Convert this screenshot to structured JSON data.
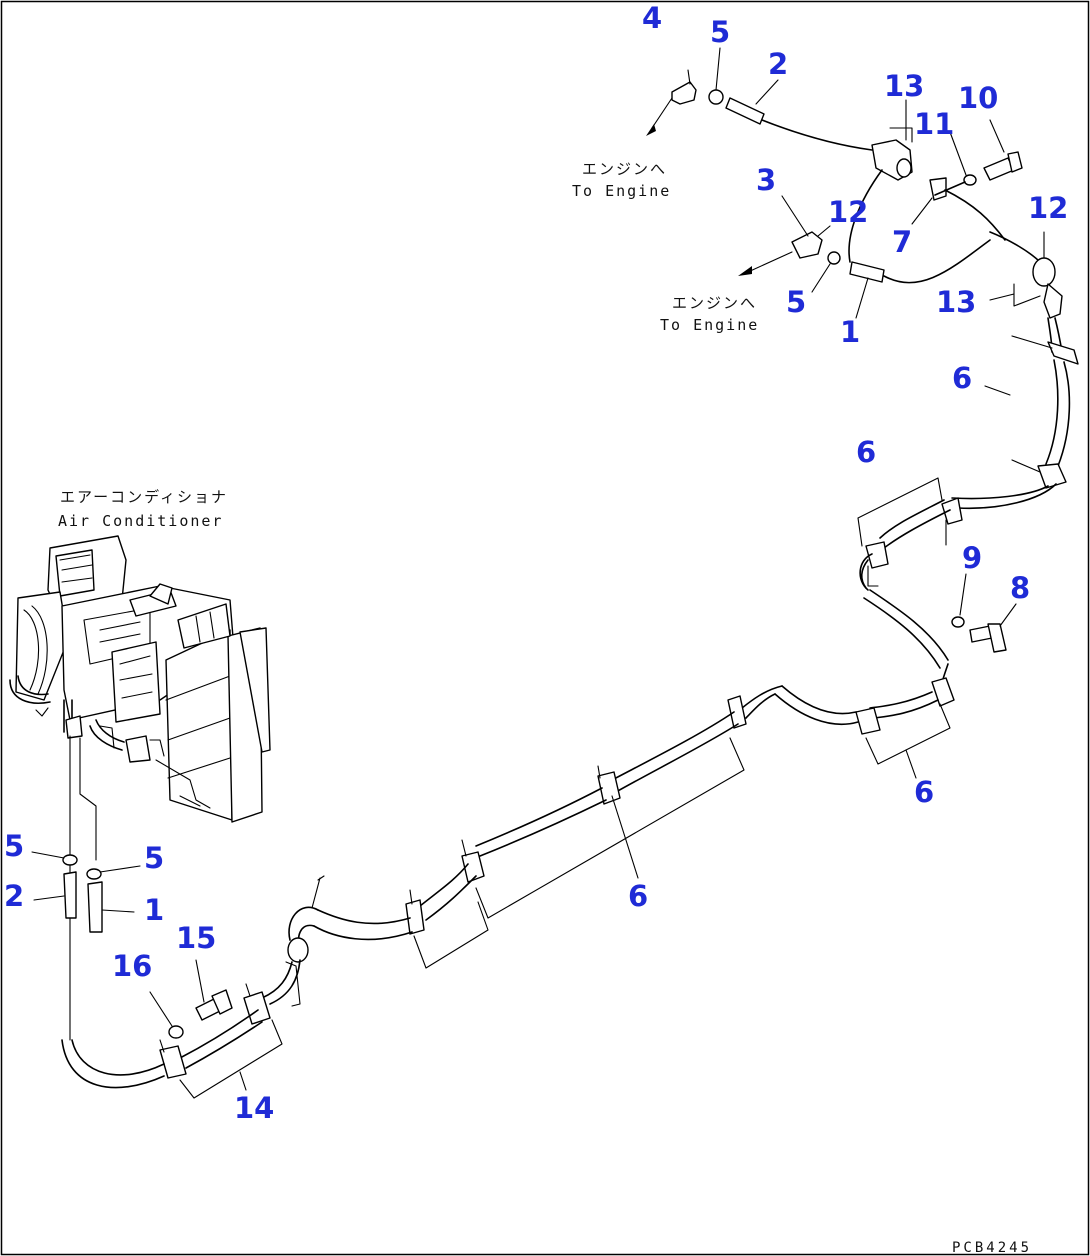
{
  "annotations": {
    "to_engine_top_jp": "エンジンへ",
    "to_engine_top_en": "To Engine",
    "to_engine_mid_jp": "エンジンへ",
    "to_engine_mid_en": "To Engine",
    "air_conditioner_jp": "エアーコンディショナ",
    "air_conditioner_en": "Air Conditioner",
    "drawing_code": "PCB4245"
  },
  "callouts": [
    {
      "id": "c-4-top",
      "label": "4"
    },
    {
      "id": "c-5-top",
      "label": "5"
    },
    {
      "id": "c-2-top",
      "label": "2"
    },
    {
      "id": "c-13-top",
      "label": "13"
    },
    {
      "id": "c-10",
      "label": "10"
    },
    {
      "id": "c-11",
      "label": "11"
    },
    {
      "id": "c-3",
      "label": "3"
    },
    {
      "id": "c-12-mid",
      "label": "12"
    },
    {
      "id": "c-12-right",
      "label": "12"
    },
    {
      "id": "c-7",
      "label": "7"
    },
    {
      "id": "c-5-mid",
      "label": "5"
    },
    {
      "id": "c-1-mid",
      "label": "1"
    },
    {
      "id": "c-13-right",
      "label": "13"
    },
    {
      "id": "c-6-upper",
      "label": "6"
    },
    {
      "id": "c-6-left",
      "label": "6"
    },
    {
      "id": "c-9",
      "label": "9"
    },
    {
      "id": "c-8",
      "label": "8"
    },
    {
      "id": "c-6-lower",
      "label": "6"
    },
    {
      "id": "c-6-center",
      "label": "6"
    },
    {
      "id": "c-5-left-a",
      "label": "5"
    },
    {
      "id": "c-5-left-b",
      "label": "5"
    },
    {
      "id": "c-2-left",
      "label": "2"
    },
    {
      "id": "c-1-left",
      "label": "1"
    },
    {
      "id": "c-15",
      "label": "15"
    },
    {
      "id": "c-16",
      "label": "16"
    },
    {
      "id": "c-14",
      "label": "14"
    }
  ],
  "colors": {
    "callout": "#1f2bd6",
    "line": "#000000",
    "background": "#ffffff"
  }
}
